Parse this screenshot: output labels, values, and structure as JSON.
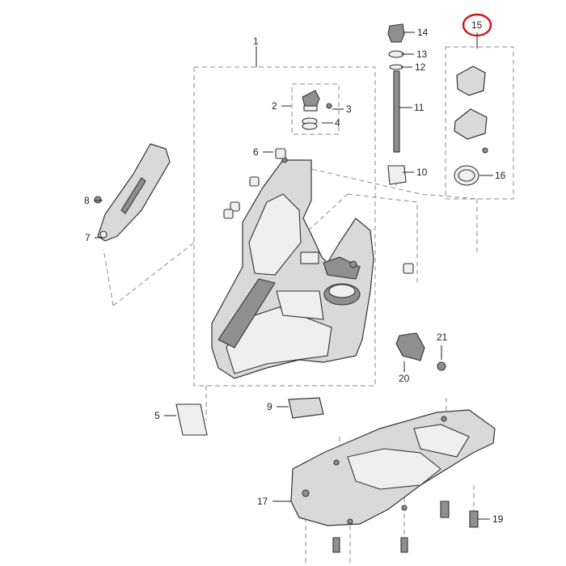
{
  "diagram": {
    "callouts": [
      {
        "id": "c1",
        "label": "1"
      },
      {
        "id": "c2",
        "label": "2"
      },
      {
        "id": "c3",
        "label": "3"
      },
      {
        "id": "c4",
        "label": "4"
      },
      {
        "id": "c5",
        "label": "5"
      },
      {
        "id": "c6",
        "label": "6"
      },
      {
        "id": "c7",
        "label": "7"
      },
      {
        "id": "c8",
        "label": "8"
      },
      {
        "id": "c9",
        "label": "9"
      },
      {
        "id": "c10",
        "label": "10"
      },
      {
        "id": "c11",
        "label": "11"
      },
      {
        "id": "c12",
        "label": "12"
      },
      {
        "id": "c13",
        "label": "13"
      },
      {
        "id": "c14",
        "label": "14"
      },
      {
        "id": "c15",
        "label": "15",
        "highlighted": true
      },
      {
        "id": "c16",
        "label": "16"
      },
      {
        "id": "c17",
        "label": "17"
      },
      {
        "id": "c19",
        "label": "19"
      },
      {
        "id": "c20",
        "label": "20"
      },
      {
        "id": "c21",
        "label": "21"
      }
    ],
    "highlight_color": "#d8141c"
  }
}
